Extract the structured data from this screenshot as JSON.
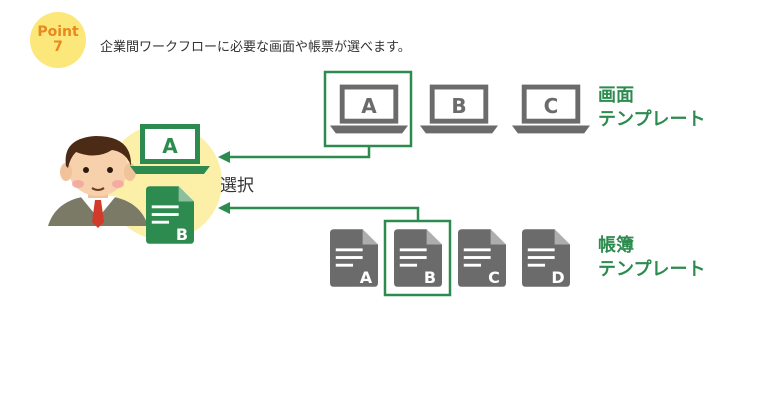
{
  "badge": {
    "word": "Point",
    "number": "7"
  },
  "headline": "企業間ワークフローに必要な画面や帳票が選べます。",
  "screen_templates": {
    "label_line1": "画面",
    "label_line2": "テンプレート",
    "items": [
      "A",
      "B",
      "C"
    ],
    "selected": "A"
  },
  "form_templates": {
    "label_line1": "帳簿",
    "label_line2": "テンプレート",
    "items": [
      "A",
      "B",
      "C",
      "D"
    ],
    "selected": "B"
  },
  "user": {
    "selected_screen": "A",
    "selected_form": "B",
    "action_label": "選択"
  },
  "colors": {
    "green": "#2e8b4f",
    "gray": "#6b6b6b",
    "badge_yellow": "#fbe77a",
    "badge_text": "#e8891e",
    "user_circle": "#fcefa8"
  }
}
